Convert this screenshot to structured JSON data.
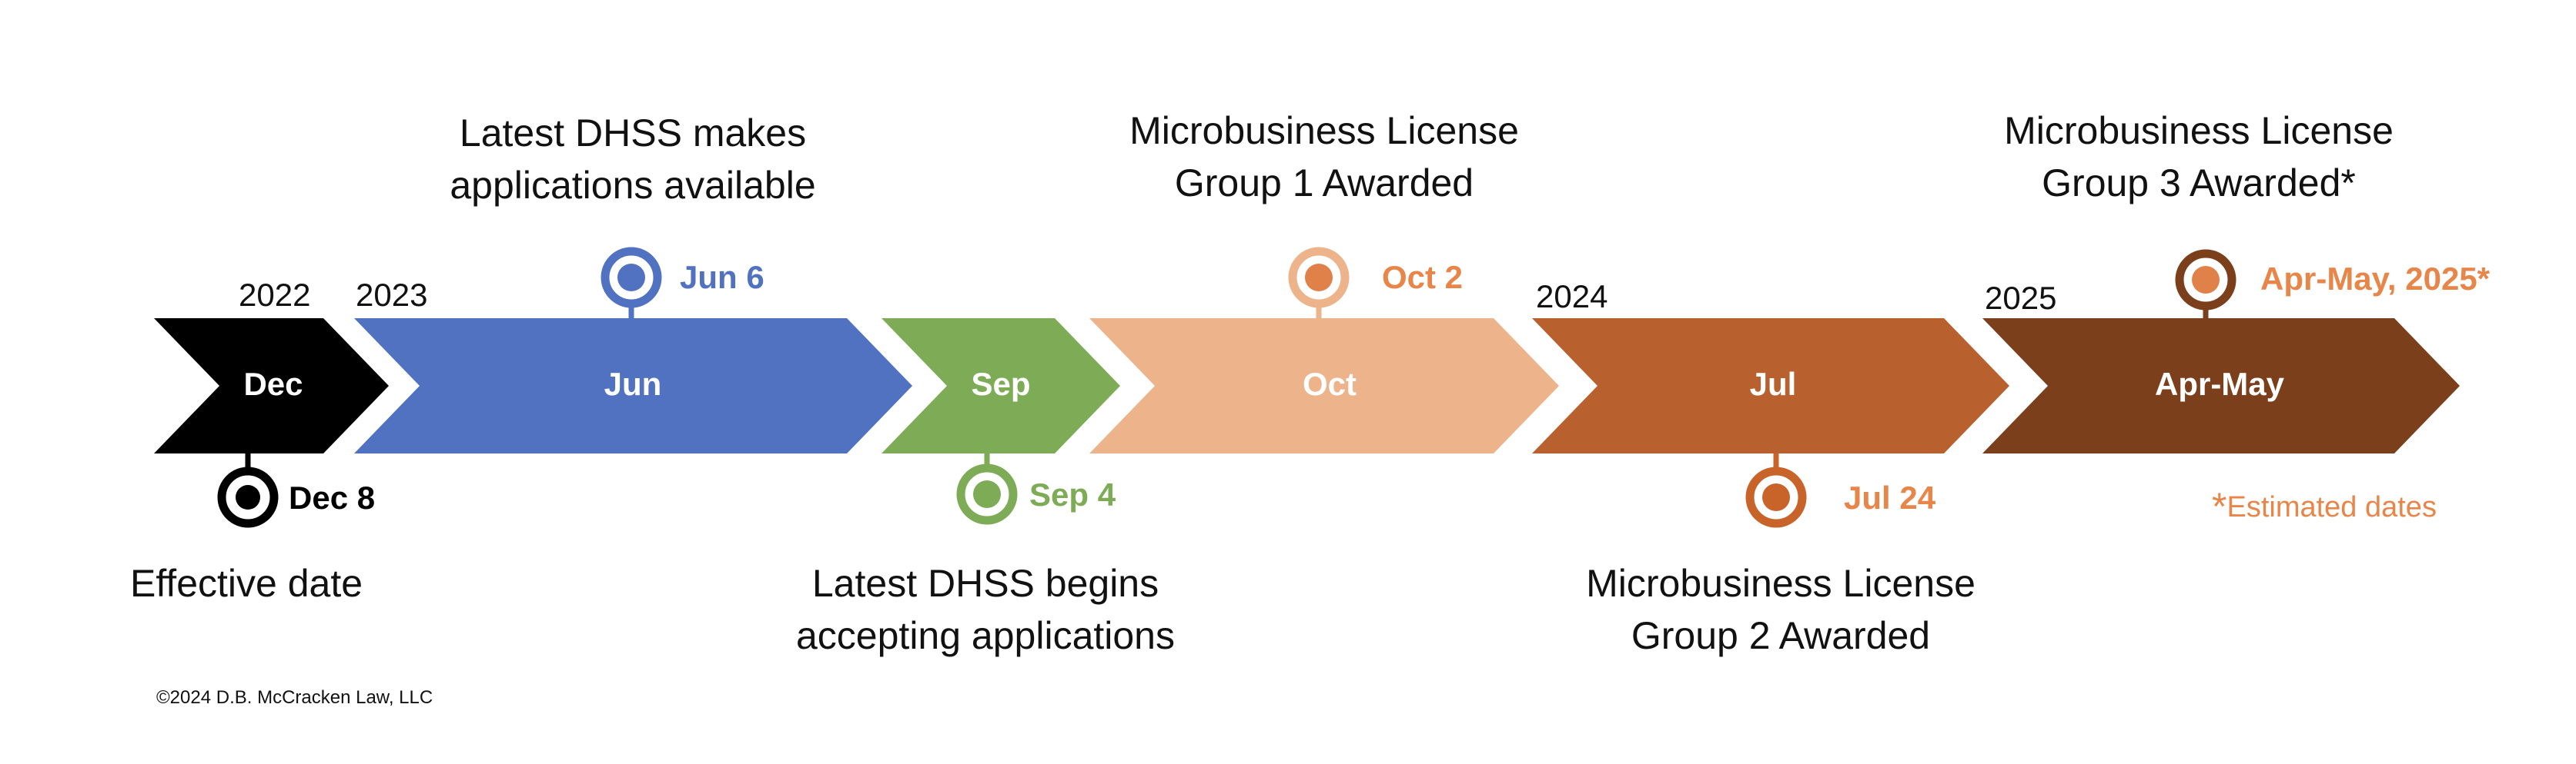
{
  "colors": {
    "dec": "#000000",
    "jun": "#5072C0",
    "sep": "#7DAB56",
    "oct": "#EDB48C",
    "jul": "#B8602E",
    "aprmay": "#7B3F1C",
    "oct_marker_ring": "#EDB48C",
    "oct_marker_dot": "#E0814A",
    "jul_marker": "#C8642A",
    "apr_marker_ring": "#7B3F1C",
    "apr_marker_dot": "#E0814A",
    "accent_orange": "#E8864A"
  },
  "years": {
    "y2022": "2022",
    "y2023": "2023",
    "y2024": "2024",
    "y2025": "2025"
  },
  "segments": [
    {
      "key": "dec",
      "label": "Dec"
    },
    {
      "key": "jun",
      "label": "Jun"
    },
    {
      "key": "sep",
      "label": "Sep"
    },
    {
      "key": "oct",
      "label": "Oct"
    },
    {
      "key": "jul",
      "label": "Jul"
    },
    {
      "key": "aprmay",
      "label": "Apr-May"
    }
  ],
  "events": {
    "dec8": {
      "date": "Dec 8",
      "title_lines": [
        "Effective date"
      ]
    },
    "jun6": {
      "date": "Jun 6",
      "title_lines": [
        "Latest DHSS makes",
        "applications available"
      ]
    },
    "sep4": {
      "date": "Sep 4",
      "title_lines": [
        "Latest DHSS begins",
        "accepting applications"
      ]
    },
    "oct2": {
      "date": "Oct 2",
      "title_lines": [
        "Microbusiness License",
        "Group 1 Awarded"
      ]
    },
    "jul24": {
      "date": "Jul 24",
      "title_lines": [
        "Microbusiness License",
        "Group 2 Awarded"
      ]
    },
    "aprmay2025": {
      "date": "Apr-May, 2025*",
      "title_lines": [
        "Microbusiness License",
        "Group 3 Awarded*"
      ]
    }
  },
  "note": {
    "star": "*",
    "text": "Estimated dates"
  },
  "copyright": "©2024 D.B. McCracken Law, LLC"
}
